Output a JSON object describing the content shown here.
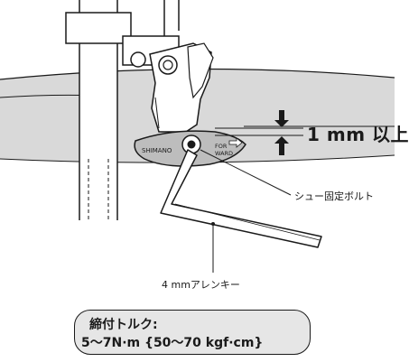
{
  "labels": {
    "gap": "1 mm 以上",
    "bolt": "シュー固定ボルト",
    "wrench": "4 mmアレンキー",
    "cleat_brand": "SHIMANO",
    "cleat_forward": "FOR\nWARD"
  },
  "torque": {
    "title": "締付トルク:",
    "value": "5〜7N·m {50〜70 kgf·cm}"
  },
  "colors": {
    "line": "#1a1a1a",
    "tire_gray": "#d9d9d9",
    "pad_gray": "#bdbdbd",
    "box_fill": "#e6e6e6"
  }
}
